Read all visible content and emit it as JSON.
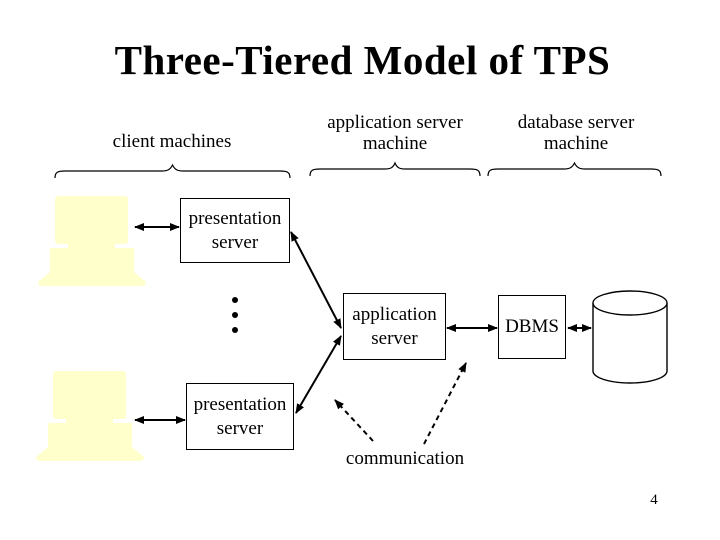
{
  "slide": {
    "title": "Three-Tiered Model of TPS",
    "page_number": "4"
  },
  "tier_labels": {
    "client": "client machines",
    "application": "application server\nmachine",
    "database": "database server\nmachine"
  },
  "boxes": {
    "presentation_server_top": "presentation\nserver",
    "presentation_server_bottom": "presentation\nserver",
    "application_server": "application\nserver",
    "dbms": "DBMS"
  },
  "annotations": {
    "communication": "communication"
  },
  "colors": {
    "background": "#ffffff",
    "line": "#000000",
    "computer_fill": "#ffffcc"
  }
}
